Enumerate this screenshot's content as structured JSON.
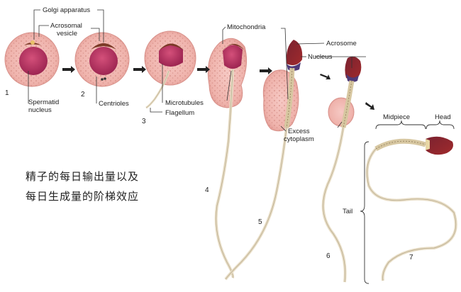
{
  "labels": {
    "golgi": "Golgi apparatus",
    "acrosomal_1": "Acrosomal",
    "acrosomal_2": "vesicle",
    "spermatid_1": "Spermatid",
    "spermatid_2": "nucleus",
    "centrioles": "Centrioles",
    "microtubules": "Microtubules",
    "flagellum": "Flagellum",
    "mitochondria": "Mitochondria",
    "acrosome": "Acrosome",
    "nucleus": "Nucleus",
    "excess_1": "Excess",
    "excess_2": "cytoplasm",
    "midpiece": "Midpiece",
    "head": "Head",
    "tail": "Tail"
  },
  "stages": [
    "1",
    "2",
    "3",
    "4",
    "5",
    "6",
    "7"
  ],
  "caption": {
    "line1": "精子的每日输出量以及",
    "line2": "每日生成量的阶梯效应"
  }
}
